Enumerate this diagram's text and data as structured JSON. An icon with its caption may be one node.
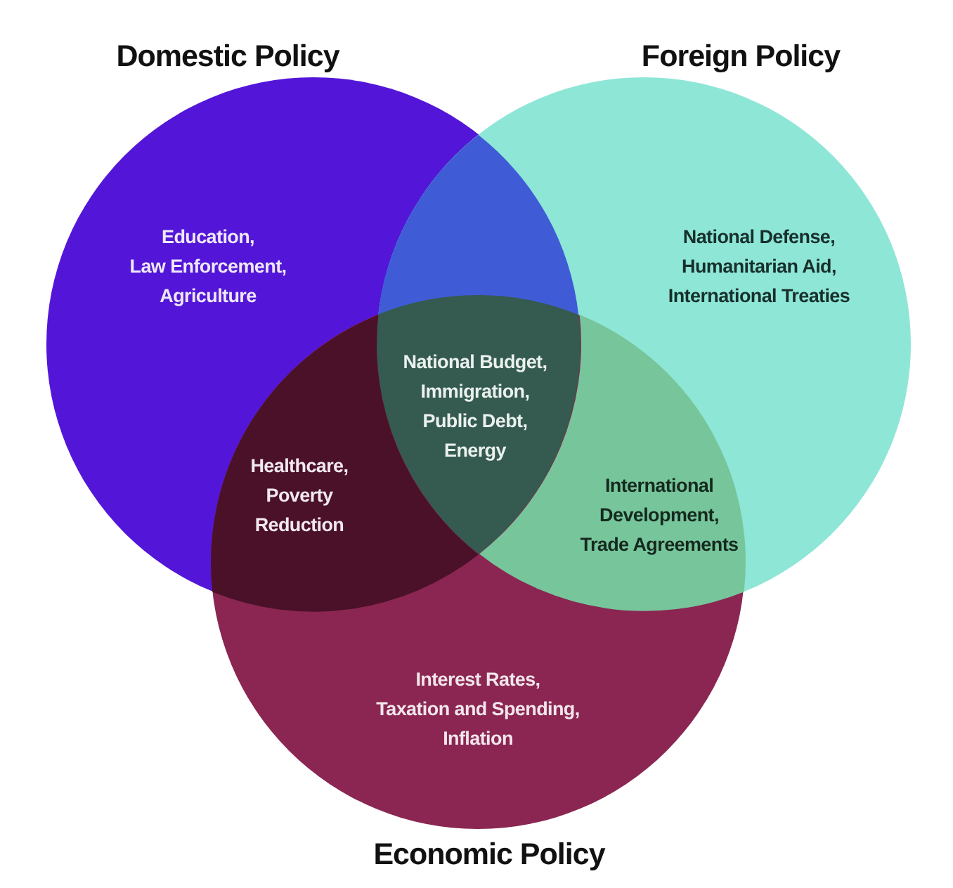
{
  "diagram": {
    "nodes": [
      {
        "text": [
          "Domestic Policy",
          "Education, Law Enforcement, Agriculture"
        ]
      },
      {
        "text": [
          "Foreign Policy",
          "National Defense, Humanitarian Aid, International Treaties"
        ]
      },
      {
        "text": [
          "Interest Rates, Taxation and Spending, Inflation",
          "Economic Policy"
        ]
      },
      {
        "text": [],
        "shape": "lens"
      },
      {
        "text": [
          "National Budget, Immigration, Public Debt, Energy"
        ]
      },
      {
        "text": [
          "Healthcare, Poverty Reduction"
        ]
      },
      {
        "text": [
          "International Development, Trade Agreements"
        ]
      }
    ]
  }
}
